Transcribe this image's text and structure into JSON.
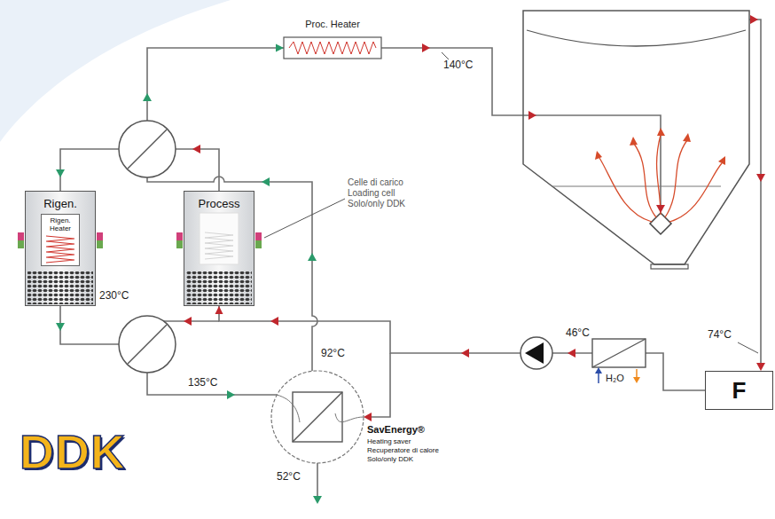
{
  "diagram": {
    "nodes": [
      {
        "text": [
          "Proc. Heater"
        ]
      },
      {
        "text": [
          "Rigen."
        ]
      },
      {
        "text": [
          "Rigen. Heater"
        ],
        "in": 1
      },
      {
        "text": [
          "Process"
        ]
      },
      {
        "text": [
          "SavEnergy®",
          "Heating saver Recuperatore di calore Solo/only DDK"
        ]
      },
      {
        "text": [
          "F"
        ]
      }
    ],
    "edges": [
      {
        "from": 3,
        "to": 0,
        "arrow": "to"
      },
      {
        "from": 5,
        "to": 3,
        "arrow": "to"
      }
    ],
    "labels": [
      "140°C",
      "230°C",
      "Celle di carico Loading cell Solo/only DDK",
      "92°C",
      "135°C",
      "52°C",
      "46°C",
      "74°C",
      "H₂O",
      "DDK"
    ]
  }
}
